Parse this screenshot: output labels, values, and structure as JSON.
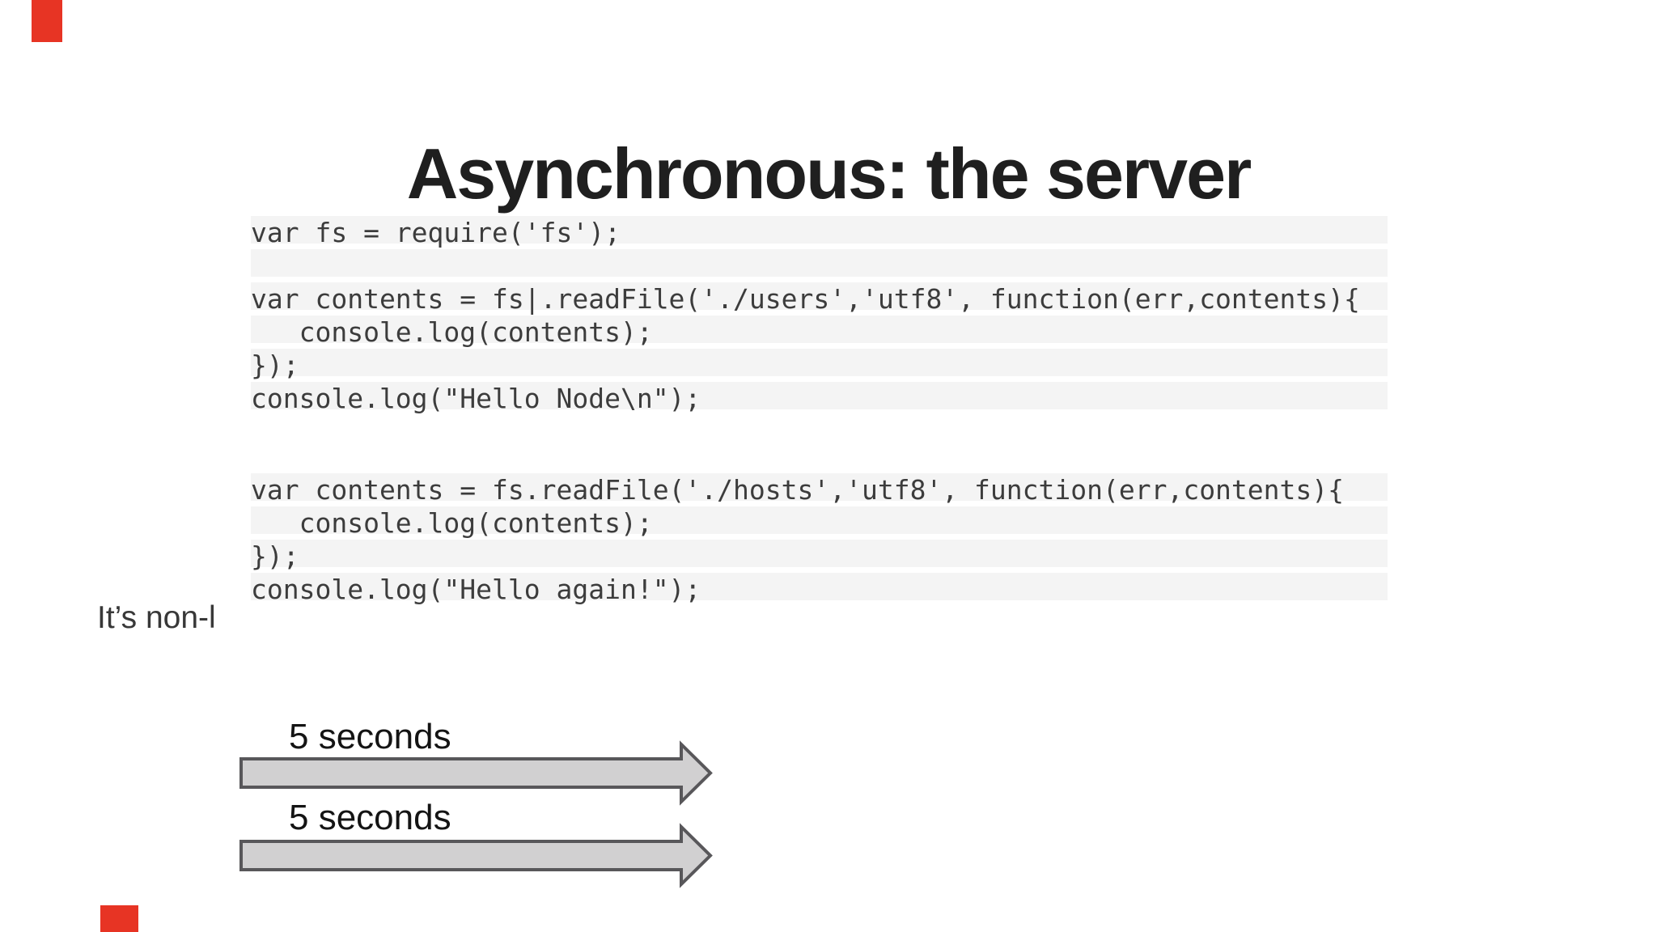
{
  "slide": {
    "title": "Asynchronous: the server",
    "code_block_1": "var fs = require('fs');\n\nvar contents = fs|.readFile('./users','utf8', function(err,contents){\n   console.log(contents);\n});\nconsole.log(\"Hello Node\\n\");",
    "code_block_2": "var contents = fs.readFile('./hosts','utf8', function(err,contents){\n   console.log(contents);\n});\nconsole.log(\"Hello again!\");",
    "side_note": "It’s non-l",
    "timeline": {
      "label_1": "5 seconds",
      "label_2": "5 seconds"
    },
    "colors": {
      "title_text": "#1f1f1f",
      "code_text": "#3c3c3c",
      "arrow_fill": "#d1d0d1",
      "arrow_border": "#58575a",
      "accent_red": "#e73424"
    }
  }
}
